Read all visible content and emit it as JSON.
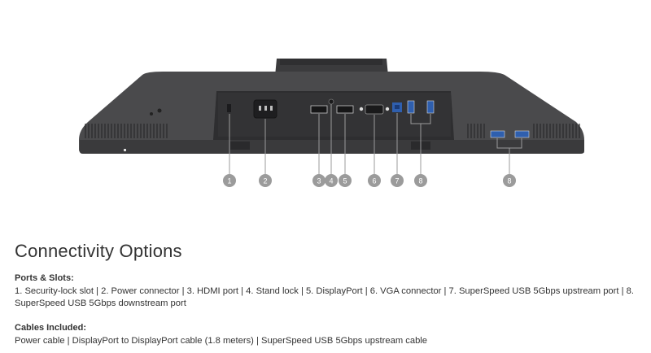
{
  "section": {
    "title": "Connectivity Options",
    "ports_heading": "Ports & Slots:",
    "ports_text": "1. Security-lock slot | 2. Power connector | 3. HDMI port | 4. Stand lock | 5. DisplayPort | 6. VGA connector | 7. SuperSpeed USB 5Gbps upstream port | 8. SuperSpeed USB 5Gbps downstream port",
    "cables_heading": "Cables Included:",
    "cables_text": "Power cable | DisplayPort to DisplayPort cable (1.8 meters) | SuperSpeed USB 5Gbps upstream cable"
  },
  "callouts": [
    "1",
    "2",
    "3",
    "4",
    "5",
    "6",
    "7",
    "8",
    "8"
  ],
  "colors": {
    "monitor_body": "#4a4a4c",
    "monitor_dark": "#3a3a3c",
    "port_panel": "#2e2e30",
    "callout": "#9b9b9b",
    "usb_blue": "#2f5fae",
    "text": "#333333"
  }
}
